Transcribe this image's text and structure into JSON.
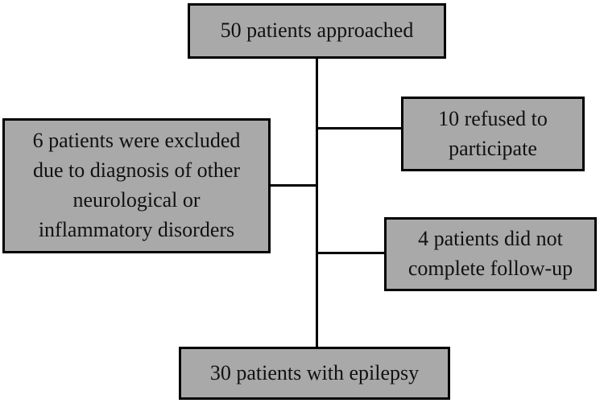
{
  "figure": {
    "type": "flowchart",
    "background_color": "#ffffff",
    "node_fill_color": "#a9a9a9",
    "node_border_color": "#000000",
    "connector_color": "#000000",
    "nodes": {
      "approached": {
        "label": "50 patients approached"
      },
      "refused": {
        "label": "10 refused to\nparticipate"
      },
      "excluded": {
        "label": "6 patients were excluded\ndue to diagnosis of other\nneurological or\ninflammatory disorders"
      },
      "not_completed": {
        "label": "4 patients did not\ncomplete follow-up"
      },
      "epilepsy": {
        "label": "30 patients with epilepsy"
      }
    },
    "edges": [
      {
        "from": "approached",
        "to": "refused"
      },
      {
        "from": "approached",
        "to": "excluded"
      },
      {
        "from": "approached",
        "to": "not_completed"
      },
      {
        "from": "approached",
        "to": "epilepsy"
      }
    ]
  }
}
